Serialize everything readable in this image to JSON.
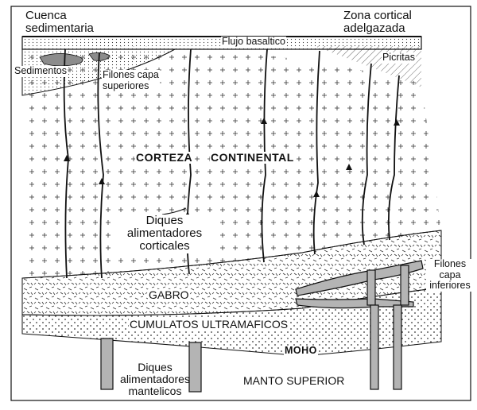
{
  "labels": {
    "cuenca_line1": "Cuenca",
    "cuenca_line2": "sedimentaria",
    "zona_line1": "Zona cortical",
    "zona_line2": "adelgazada",
    "flujo": "Flujo basaltico",
    "picritas": "Picritas",
    "sedimentos": "Sedimentos",
    "filones_sup_line1": "Filones capa",
    "filones_sup_line2": "superiores",
    "corteza": "CORTEZA",
    "continental": "CONTINENTAL",
    "diques_cort_line1": "Diques",
    "diques_cort_line2": "alimentadores",
    "diques_cort_line3": "corticales",
    "filones_inf_line1": "Filones",
    "filones_inf_line2": "capa",
    "filones_inf_line3": "inferiores",
    "gabro": "GABRO",
    "cumulatos": "CUMULATOS ULTRAMAFICOS",
    "moho": "MOHO",
    "diques_mant_line1": "Diques",
    "diques_mant_line2": "alimentadores",
    "diques_mant_line3": "mantelicos",
    "manto": "MANTO SUPERIOR"
  },
  "colors": {
    "ink": "#111111",
    "dike_fill": "#b4b4b4",
    "sediment_fill": "#8c8c8c"
  }
}
